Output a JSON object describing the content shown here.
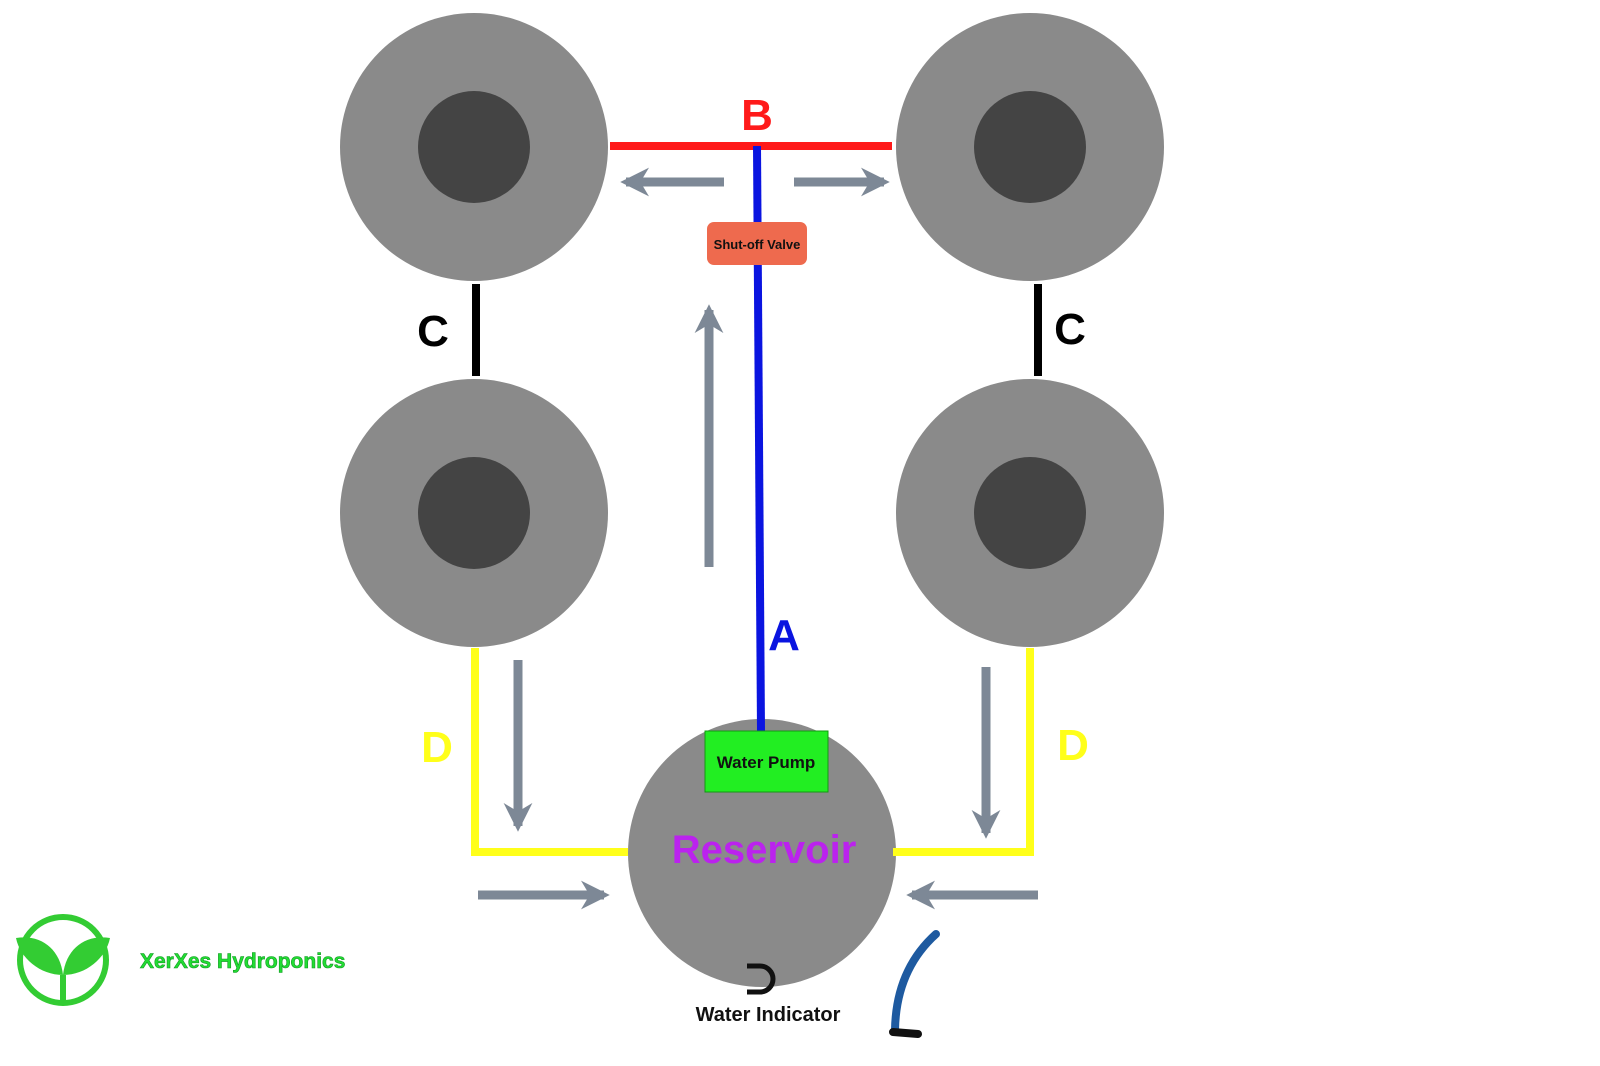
{
  "labels": {
    "pipe_a": "A",
    "pipe_b": "B",
    "pipe_c_left": "C",
    "pipe_c_right": "C",
    "pipe_d_left": "D",
    "pipe_d_right": "D",
    "shutoff_valve": "Shut-off Valve",
    "water_pump": "Water Pump",
    "reservoir": "Reservoir",
    "water_indicator": "Water Indicator"
  },
  "brand": {
    "name": "XerXes Hydroponics",
    "logo_icon": "sprout-leaf-icon"
  },
  "colors": {
    "pipe_a": "#0a14e0",
    "pipe_b": "#ff1a1a",
    "pipe_c": "#000000",
    "pipe_d": "#ffff1a",
    "bucket_outer": "#8a8a8a",
    "bucket_inner": "#444444",
    "valve": "#ee6a4e",
    "pump": "#22ee22",
    "reservoir_text": "#bb22ee",
    "arrow": "#7d8896",
    "brand_green": "#22dd33"
  }
}
